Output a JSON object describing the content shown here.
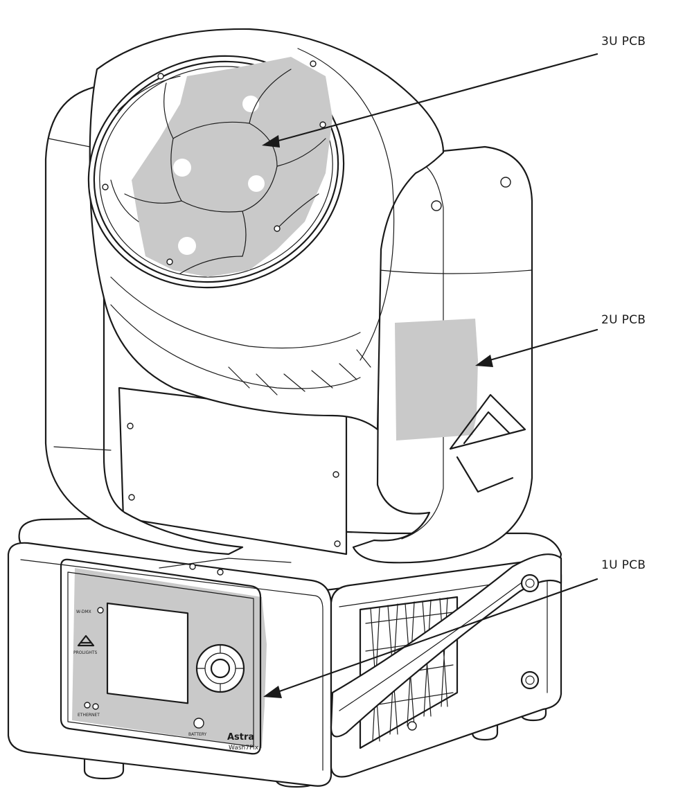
{
  "callouts": {
    "pcb_3u": "3U PCB",
    "pcb_2u": "2U PCB",
    "pcb_1u": "1U PCB"
  },
  "panel": {
    "wdmx": "W-DMX",
    "brand": "PROLIGHTS",
    "ethernet": "ETHERNET",
    "battery": "BATTERY",
    "product_brand": "Astra",
    "product_model": "Wash7Pix"
  },
  "colors": {
    "line": "#1a1a1a",
    "pcb_highlight": "#c9c9c9",
    "background": "#ffffff"
  }
}
